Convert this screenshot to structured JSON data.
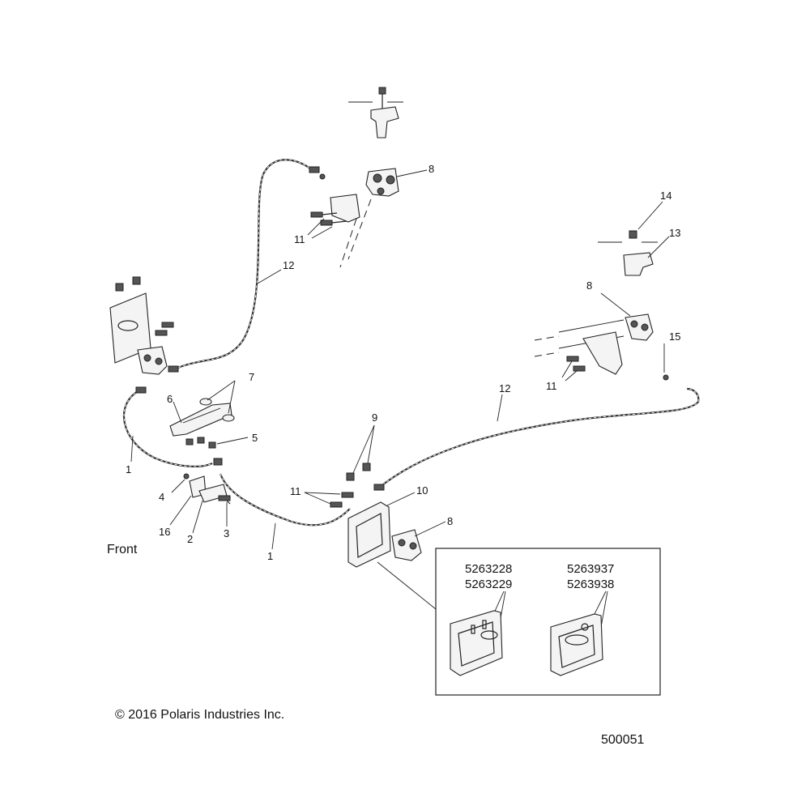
{
  "labels": {
    "front": "Front",
    "copyright": "© 2016 Polaris Industries Inc.",
    "figure_number": "500051"
  },
  "callouts": [
    {
      "id": "c1a",
      "text": "1"
    },
    {
      "id": "c1b",
      "text": "1"
    },
    {
      "id": "c2",
      "text": "2"
    },
    {
      "id": "c3",
      "text": "3"
    },
    {
      "id": "c4",
      "text": "4"
    },
    {
      "id": "c5",
      "text": "5"
    },
    {
      "id": "c6",
      "text": "6"
    },
    {
      "id": "c7",
      "text": "7"
    },
    {
      "id": "c8a",
      "text": "8"
    },
    {
      "id": "c8b",
      "text": "8"
    },
    {
      "id": "c8c",
      "text": "8"
    },
    {
      "id": "c9",
      "text": "9"
    },
    {
      "id": "c10",
      "text": "10"
    },
    {
      "id": "c11a",
      "text": "11"
    },
    {
      "id": "c11b",
      "text": "11"
    },
    {
      "id": "c11c",
      "text": "11"
    },
    {
      "id": "c12a",
      "text": "12"
    },
    {
      "id": "c12b",
      "text": "12"
    },
    {
      "id": "c13",
      "text": "13"
    },
    {
      "id": "c14",
      "text": "14"
    },
    {
      "id": "c15",
      "text": "15"
    },
    {
      "id": "c16",
      "text": "16"
    }
  ],
  "inset": {
    "left_part_numbers": [
      "5263228",
      "5263229"
    ],
    "right_part_numbers": [
      "5263937",
      "5263938"
    ]
  }
}
